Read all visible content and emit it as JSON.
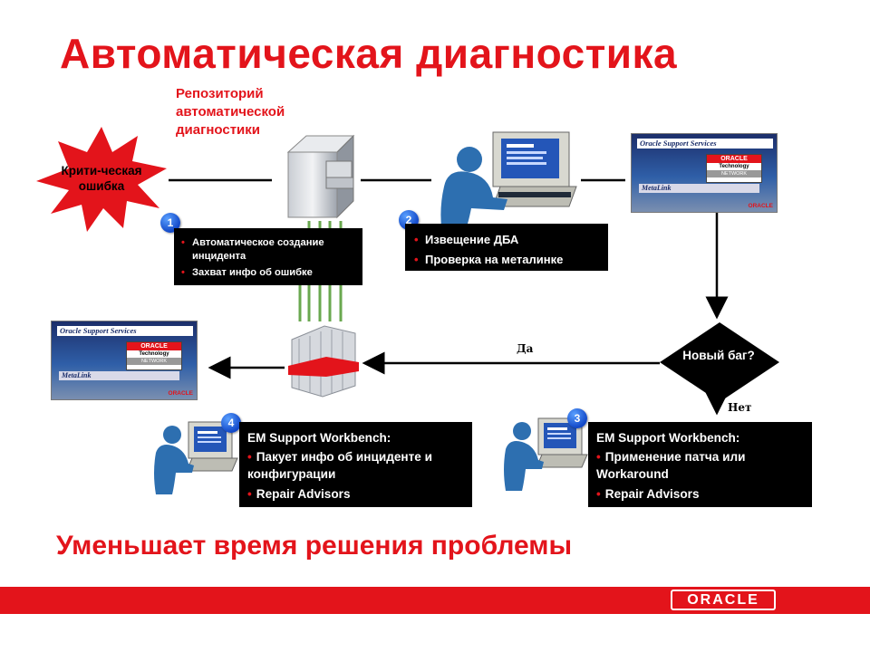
{
  "title": "Автоматическая диагностика",
  "repository_label": "Репозиторий автоматической диагностики",
  "critical_error": "Крити-ческая ошибка",
  "steps": [
    {
      "badge": "1",
      "items": [
        "Автоматическое создание инцидента",
        "Захват инфо об ошибке"
      ]
    },
    {
      "badge": "2",
      "items": [
        "Извещение ДБА",
        "Проверка на металинке"
      ]
    },
    {
      "badge": "3",
      "header": "EM Support Workbench:",
      "items": [
        "Применение патча или Workaround",
        "Repair Advisors"
      ]
    },
    {
      "badge": "4",
      "header": "EM Support Workbench:",
      "items": [
        "Пакует инфо об инциденте и конфигурации",
        "Repair Advisors"
      ]
    }
  ],
  "decision": "Новый баг?",
  "yes_label": "Да",
  "no_label": "Нет",
  "metalink": {
    "header": "Oracle Support Services",
    "oracle": "ORACLE",
    "technology": "Technology",
    "network": "NETWORK",
    "name": "MetaLink"
  },
  "subtitle": "Уменьшает время решения проблемы",
  "footer_logo": "ORACLE",
  "colors": {
    "accent": "#e3141b",
    "badge": "#1a5ae0",
    "figure": "#2d6fb0"
  },
  "icons": [
    "explosion-icon",
    "server-icon",
    "dba-computer-icon",
    "metalink-screenshot-icon",
    "firewall-icon",
    "user-computer-icon"
  ]
}
